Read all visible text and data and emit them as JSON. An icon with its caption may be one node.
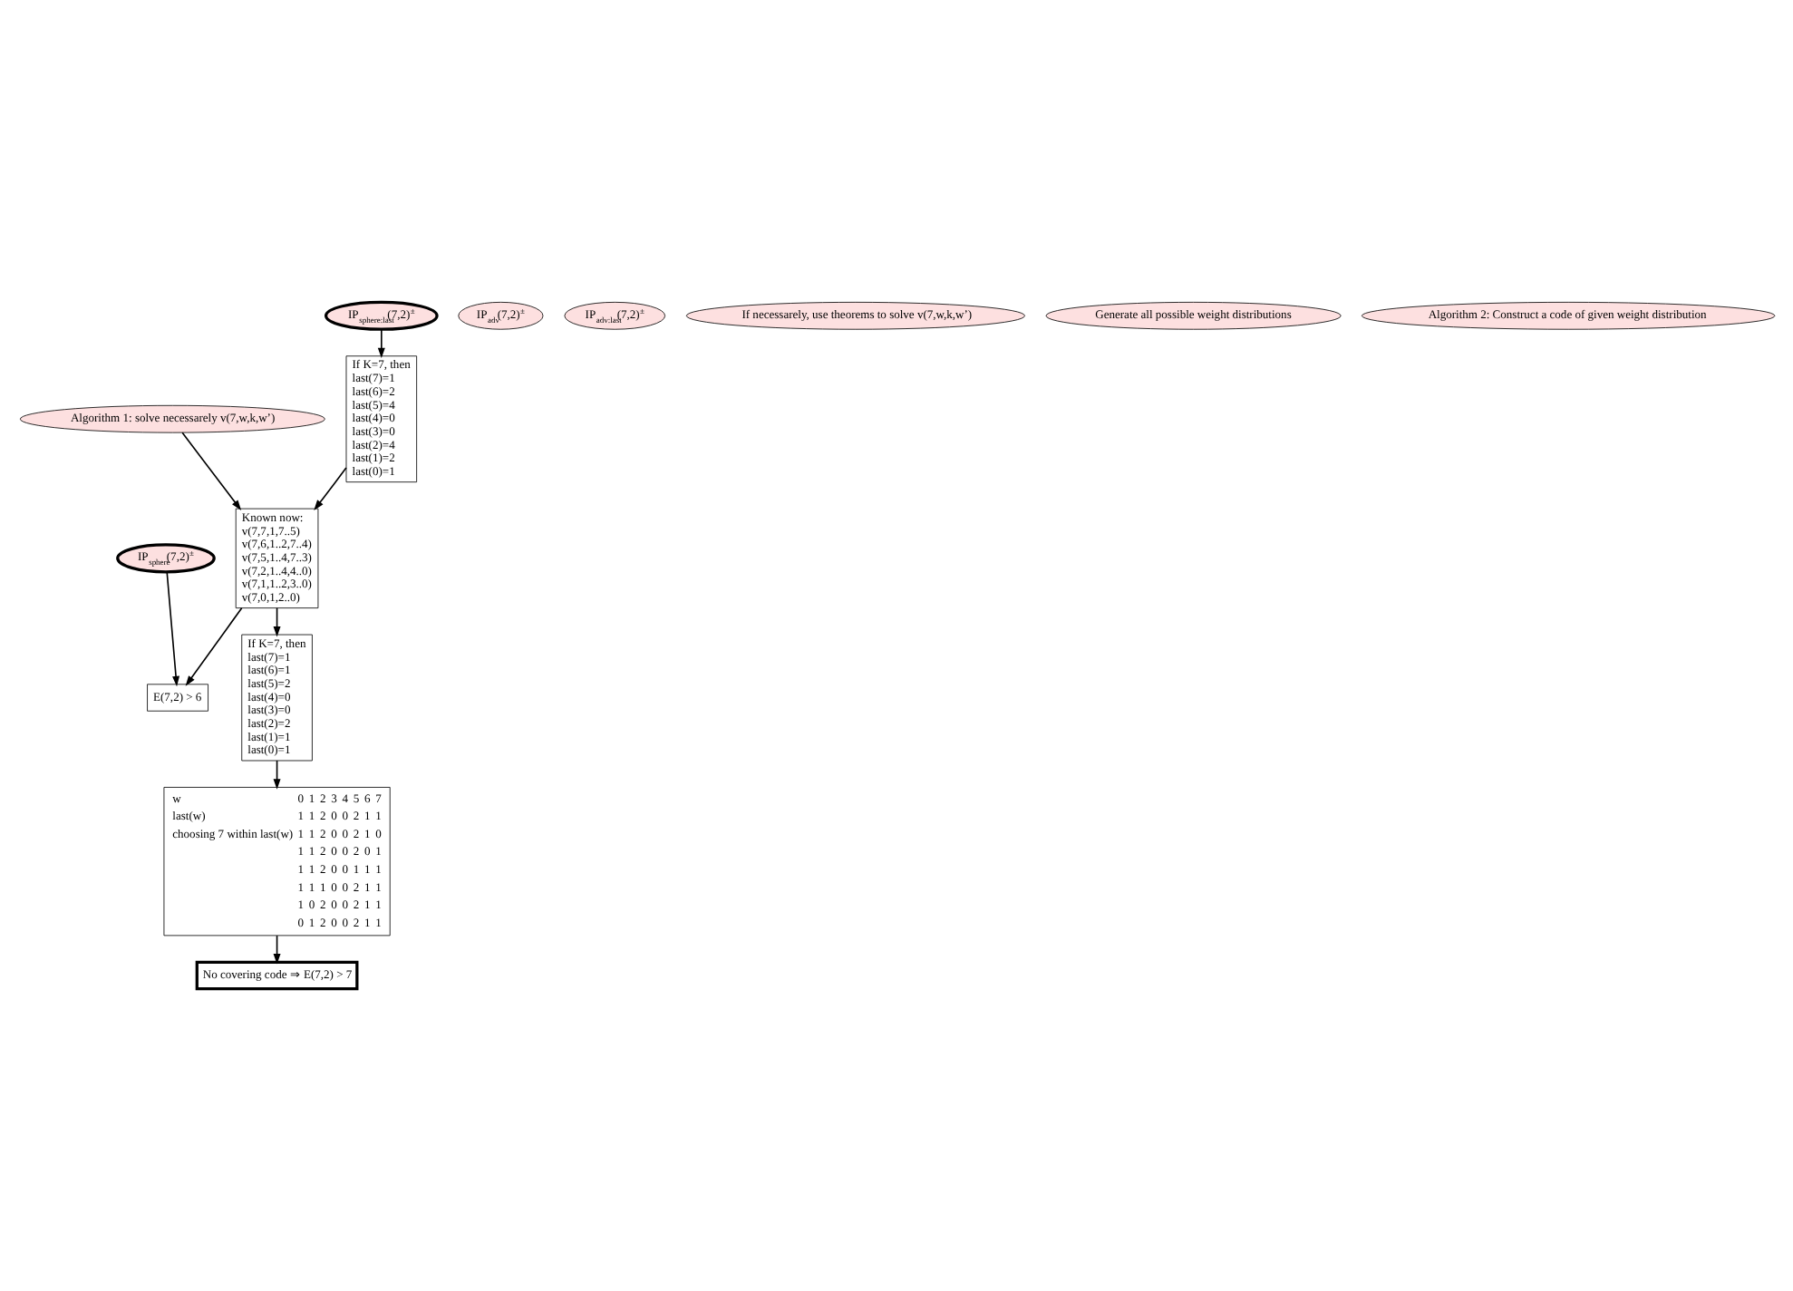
{
  "diagram": {
    "nodes": [
      {
        "text": [
          "E(7,2) > 6"
        ]
      },
      {
        "text": [
          "IP$_{sphere}$(7,2)$^{±}$"
        ]
      },
      {
        "text": [
          "IP$_{sphere:last}$(7,2)$^{±}$"
        ]
      },
      {
        "text": [
          "IP$_{adv}$(7,2)$^{±}$"
        ]
      },
      {
        "text": [
          "IP$_{adv:last}$(7,2)$^{±}$"
        ]
      },
      {
        "text": [
          "Known now:",
          "v(7,7,1,7..5)",
          "v(7,6,1..2,7..4)",
          "v(7,5,1..4,7..3)",
          "v(7,2,1..4,4..0)",
          "v(7,1,1..2,3..0)",
          "v(7,0,1,2..0)"
        ]
      },
      {
        "text": [
          "Algorithm 1: solve necessarely v(7,w,k,w’)"
        ]
      },
      {
        "text": [
          "If necessarely, use theorems to solve v(7,w,k,w’)"
        ]
      },
      {
        "text": [
          "If K=7, then",
          "last(7)=1",
          "last(6)=2",
          "last(5)=4",
          "last(4)=0",
          "last(3)=0",
          "last(2)=4",
          "last(1)=2",
          "last(0)=1"
        ]
      },
      {
        "text": [
          "If K=7, then",
          "last(7)=1",
          "last(6)=1",
          "last(5)=2",
          "last(4)=0",
          "last(3)=0",
          "last(2)=2",
          "last(1)=1",
          "last(0)=1"
        ]
      },
      {
        "text": [
          "w",
          "0",
          "1",
          "2",
          "3",
          "4",
          "5",
          "6",
          "7",
          "last(w)",
          "1",
          "1",
          "2",
          "0",
          "0",
          "2",
          "1",
          "1",
          "choosing 7 within last(w)",
          "1",
          "1",
          "2",
          "0",
          "0",
          "2",
          "1",
          "0",
          "1",
          "1",
          "2",
          "0",
          "0",
          "2",
          "0",
          "1",
          "1",
          "1",
          "2",
          "0",
          "0",
          "1",
          "1",
          "1",
          "1",
          "1",
          "1",
          "0",
          "0",
          "2",
          "1",
          "1",
          "1",
          "0",
          "2",
          "0",
          "0",
          "2",
          "1",
          "1",
          "0",
          "1",
          "2",
          "0",
          "0",
          "2",
          "1",
          "1"
        ]
      },
      {
        "text": [
          "Generate all possible weight distributions"
        ]
      },
      {
        "text": [
          "Algorithm 2: Construct a code of given weight distribution"
        ]
      },
      {
        "text": [
          "No covering code ⇒ E(7,2) > 7"
        ]
      }
    ],
    "edges": [
      {
        "from": 1,
        "to": 0,
        "arrow": "to"
      },
      {
        "from": 5,
        "to": 0,
        "arrow": "to"
      },
      {
        "from": 2,
        "to": 8,
        "arrow": "to"
      },
      {
        "from": 5,
        "to": 9,
        "arrow": "to"
      },
      {
        "from": 8,
        "to": 5,
        "arrow": "to"
      },
      {
        "from": 6,
        "to": 5,
        "arrow": "to"
      },
      {
        "from": 9,
        "to": 10,
        "arrow": "to"
      },
      {
        "from": 10,
        "to": 13,
        "arrow": "to"
      }
    ]
  }
}
